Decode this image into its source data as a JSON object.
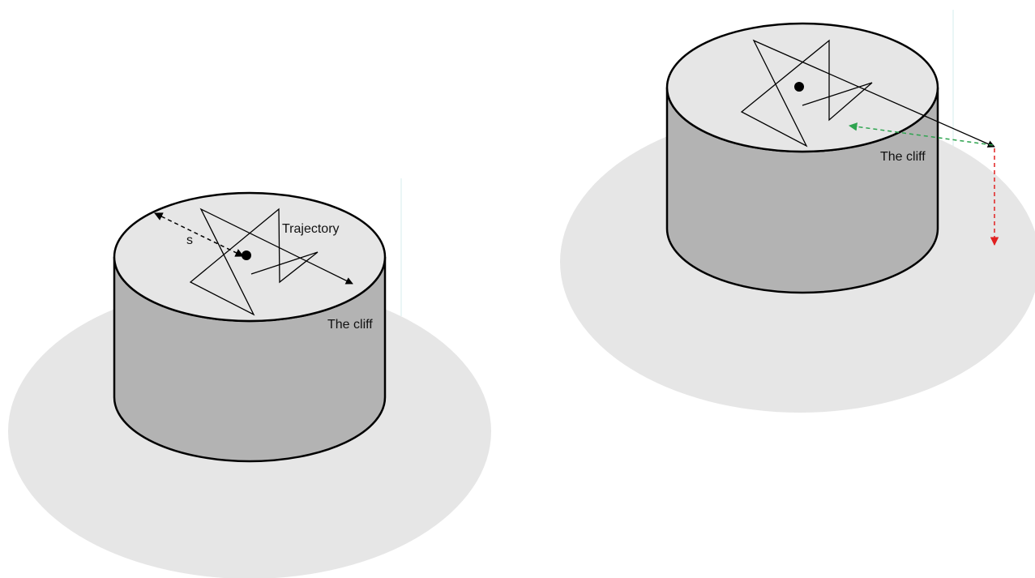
{
  "left_panel": {
    "distance_label": "s",
    "trajectory_label": "Trajectory",
    "cliff_label": "The cliff"
  },
  "right_panel": {
    "cliff_label": "The cliff"
  },
  "colors": {
    "background": "#ffffff",
    "ground_shadow": "#e6e6e6",
    "cliff_side": "#b3b3b3",
    "plateau_top": "#e6e6e6",
    "outline": "#000000",
    "trajectory": "#000000",
    "return_arrow": "#2ea44f",
    "fall_arrow": "#e02020"
  },
  "icons": {
    "agent": "filled-circle-dot",
    "arrowhead": "triangle-arrowhead"
  }
}
